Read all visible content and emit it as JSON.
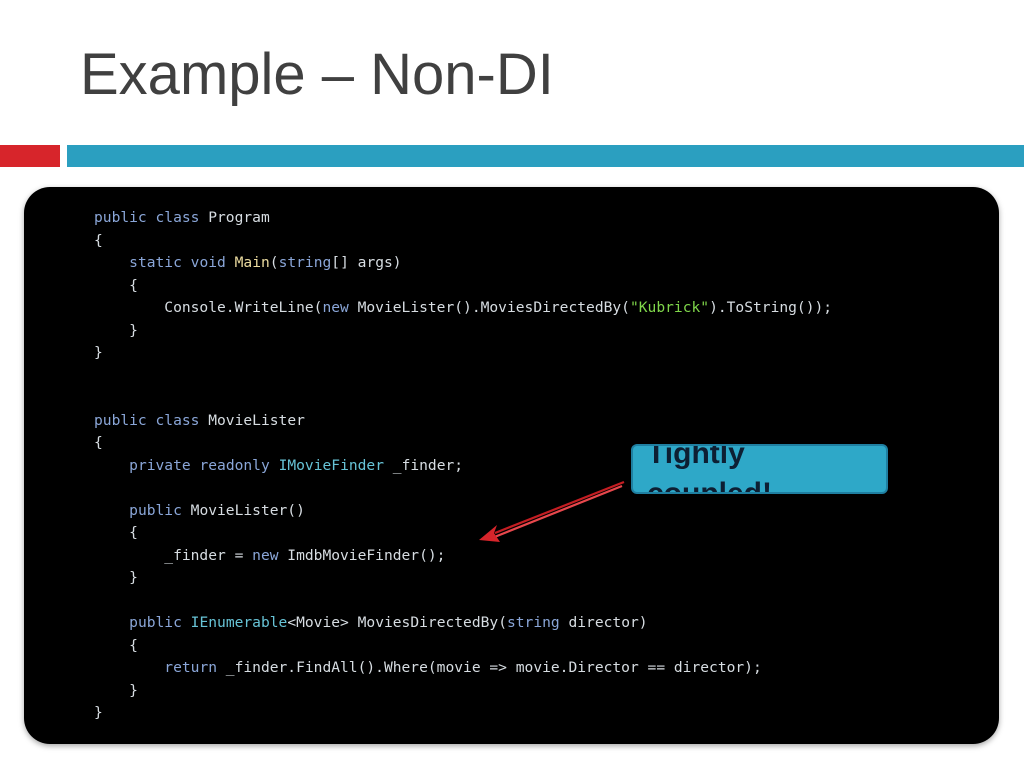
{
  "slide": {
    "title": "Example – Non-DI",
    "accent_colors": {
      "red": "#d7252b",
      "blue": "#2b9fc0"
    }
  },
  "code_lines": [
    "public class Program",
    "{",
    "    static void Main(string[] args)",
    "    {",
    "        Console.WriteLine(new MovieLister().MoviesDirectedBy(\"Kubrick\").ToString());",
    "    }",
    "}",
    "",
    "",
    "public class MovieLister",
    "{",
    "    private readonly IMovieFinder _finder;",
    "",
    "    public MovieLister()",
    "    {",
    "        _finder = new ImdbMovieFinder();",
    "    }",
    "",
    "    public IEnumerable<Movie> MoviesDirectedBy(string director)",
    "    {",
    "        return _finder.FindAll().Where(movie => movie.Director == director);",
    "    }",
    "}"
  ],
  "callout": {
    "text": "Tightly coupled!",
    "color": "#2ea8c8",
    "arrow_color": "#d7252b"
  }
}
